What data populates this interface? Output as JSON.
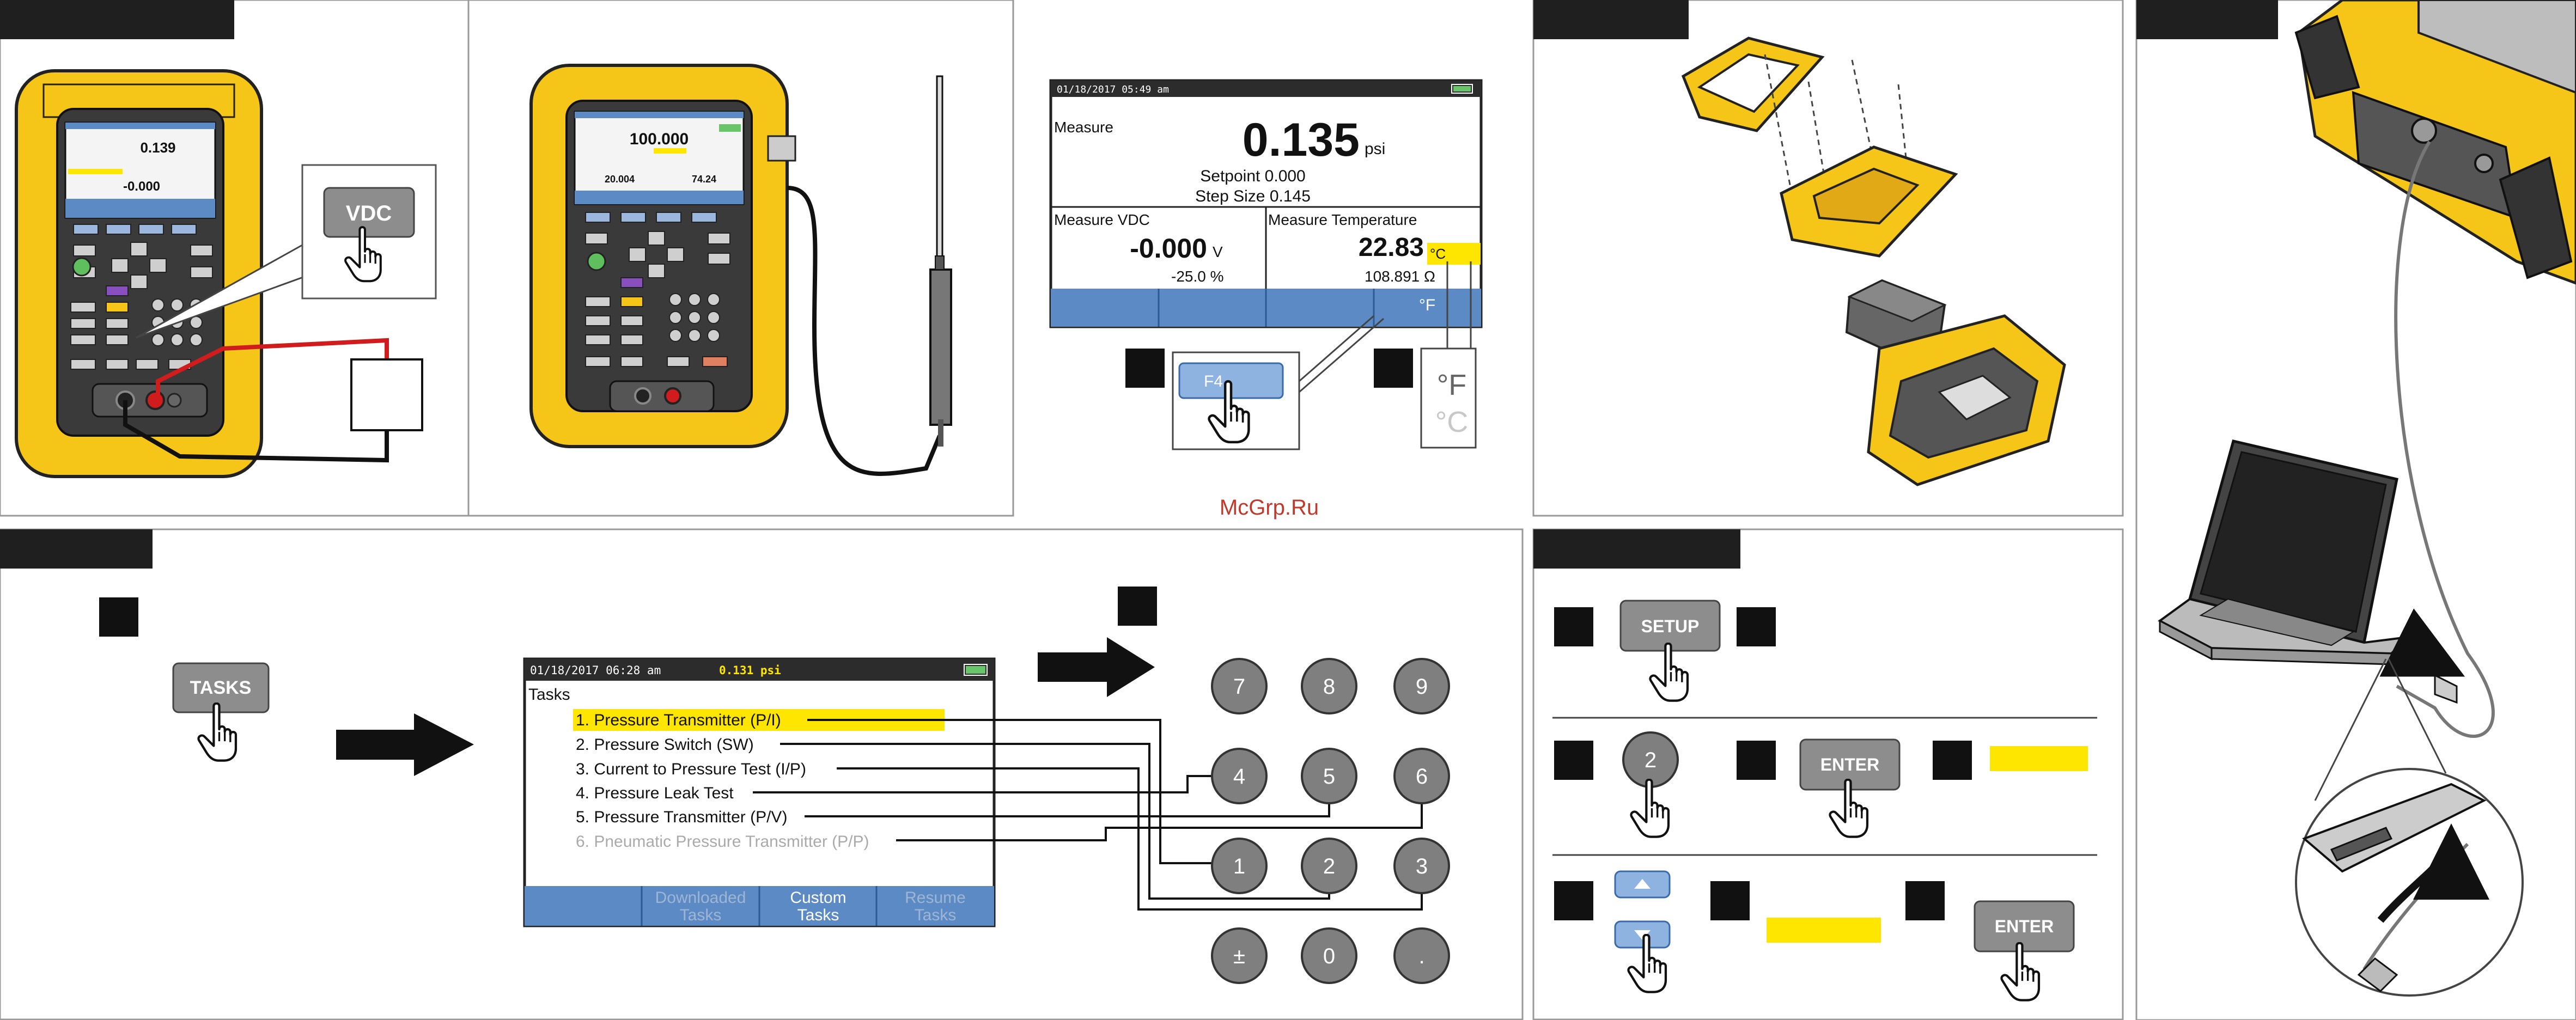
{
  "watermark": "McGrp.Ru",
  "panel_calib": {
    "vdc_button": "VDC",
    "screen": {
      "status": "01/18/2017 05:49 am",
      "measure_label": "Measure",
      "measure_value": "0.135",
      "measure_unit": "psi",
      "setpoint": "Setpoint 0.000",
      "step_size": "Step Size 0.145",
      "vdc_label": "Measure VDC",
      "vdc_value": "-0.000",
      "vdc_unit": "V",
      "vdc_percent": "-25.0 %",
      "temp_label": "Measure Temperature",
      "temp_value": "22.83",
      "temp_unit": "°C",
      "ohms": "108.891 Ω",
      "softkey_unit": "°F"
    },
    "f4_button": "F4",
    "unit_options": [
      "°F",
      "°C"
    ]
  },
  "panel_tasks": {
    "tasks_button": "TASKS",
    "screen": {
      "status": "01/18/2017 06:28 am",
      "status_value": "0.131 psi",
      "title": "Tasks",
      "items": [
        "1. Pressure Transmitter (P/I)",
        "2. Pressure Switch (SW)",
        "3. Current to Pressure Test (I/P)",
        "4. Pressure Leak Test",
        "5. Pressure Transmitter (P/V)",
        "6. Pneumatic Pressure Transmitter (P/P)"
      ],
      "softkeys": [
        "",
        "Downloaded Tasks",
        "Custom Tasks",
        "Resume Tasks"
      ]
    },
    "keypad": [
      "7",
      "8",
      "9",
      "4",
      "5",
      "6",
      "1",
      "2",
      "3",
      "±",
      "0",
      "."
    ]
  },
  "panel_setup": {
    "setup_button": "SETUP",
    "key_2": "2",
    "enter_label": "ENTER"
  },
  "colors": {
    "fluke_yellow": "#f5c518",
    "highlight_yellow": "#ffe600",
    "softkey_blue": "#5b8ac5",
    "button_gray": "#8d8d8d",
    "dark_header": "#1f1f1f"
  }
}
